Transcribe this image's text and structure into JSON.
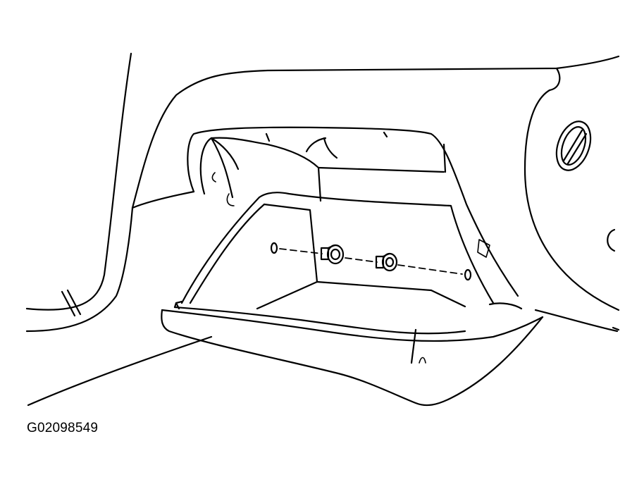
{
  "figure": {
    "id_label": "G02098549"
  },
  "colors": {
    "line": "#000000",
    "background": "#ffffff"
  },
  "parts": [
    "dashboard",
    "glove-box-opening",
    "glove-box-door",
    "stop-clip-left",
    "stop-clip-right",
    "mounting-holes",
    "vent"
  ]
}
